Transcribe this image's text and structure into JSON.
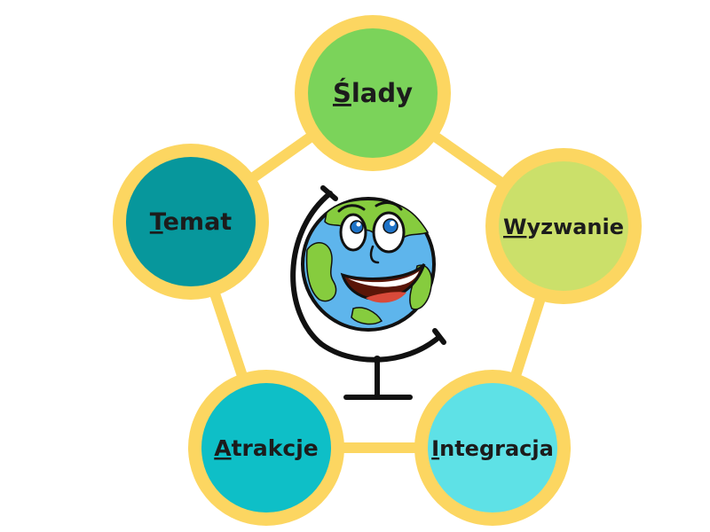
{
  "diagram": {
    "colors": {
      "ring": "#fcd661",
      "connector": "#fcd661",
      "background": "#ffffff",
      "text": "#1c1c1c"
    },
    "nodes": [
      {
        "id": "slady",
        "first": "Ś",
        "rest": "lady",
        "fill": "#7bd35a"
      },
      {
        "id": "wyzwanie",
        "first": "W",
        "rest": "yzwanie",
        "fill": "#cbe06a"
      },
      {
        "id": "integracja",
        "first": "I",
        "rest": "ntegracja",
        "fill": "#5ee1e6"
      },
      {
        "id": "atrakcje",
        "first": "A",
        "rest": "trakcje",
        "fill": "#0ebfc7"
      },
      {
        "id": "temat",
        "first": "T",
        "rest": "emat",
        "fill": "#07979c"
      }
    ],
    "center_icon": "smiling-globe-icon"
  }
}
